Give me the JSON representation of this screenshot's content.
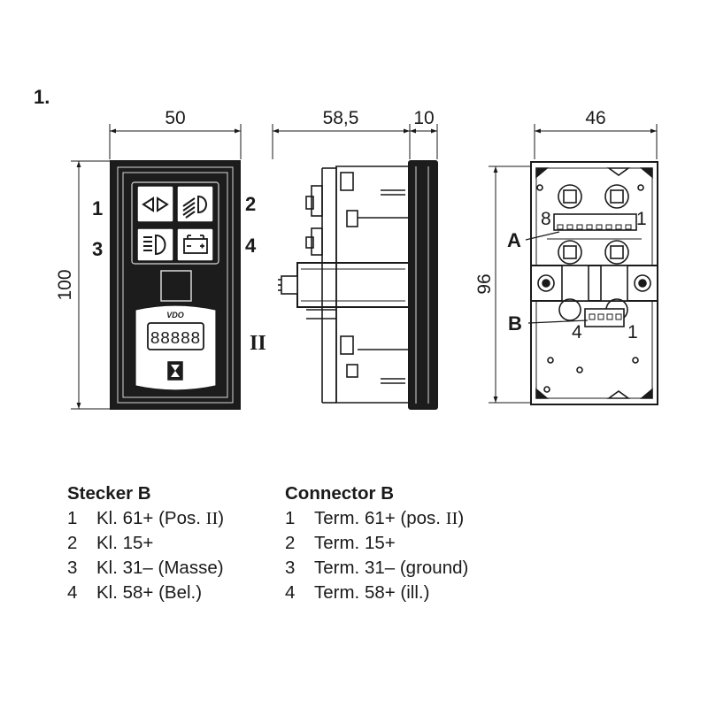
{
  "figure": {
    "number": "1.",
    "front_view": {
      "width_dim": "50",
      "height_dim": "100",
      "switch_labels": [
        "1",
        "2",
        "3",
        "4"
      ],
      "brand": "VDO",
      "display_digits": "88888",
      "position_label": "II",
      "icons": [
        "hazard-arrows-icon",
        "headlight-icon",
        "low-beam-icon",
        "battery-icon",
        "hourglass-icon"
      ]
    },
    "side_view": {
      "depth_dim": "58,5",
      "bezel_dim": "10"
    },
    "rear_view": {
      "width_dim": "46",
      "height_dim": "96",
      "connector_a_label": "A",
      "connector_b_label": "B",
      "connector_a_pins": {
        "first": "8",
        "last": "1"
      },
      "connector_b_pins": {
        "first": "4",
        "last": "1"
      }
    }
  },
  "legend_de": {
    "title": "Stecker B",
    "rows": [
      {
        "num": "1",
        "pre": "Kl. 61+ (Pos. ",
        "roman": "II",
        "post": ")"
      },
      {
        "num": "2",
        "pre": "Kl. 15+",
        "roman": "",
        "post": ""
      },
      {
        "num": "3",
        "pre": "Kl. 31– (Masse)",
        "roman": "",
        "post": ""
      },
      {
        "num": "4",
        "pre": "Kl. 58+ (Bel.)",
        "roman": "",
        "post": ""
      }
    ]
  },
  "legend_en": {
    "title": "Connector B",
    "rows": [
      {
        "num": "1",
        "pre": "Term. 61+ (pos. ",
        "roman": "II",
        "post": ")"
      },
      {
        "num": "2",
        "pre": "Term. 15+",
        "roman": "",
        "post": ""
      },
      {
        "num": "3",
        "pre": "Term. 31– (ground)",
        "roman": "",
        "post": ""
      },
      {
        "num": "4",
        "pre": "Term. 58+ (ill.)",
        "roman": "",
        "post": ""
      }
    ]
  }
}
